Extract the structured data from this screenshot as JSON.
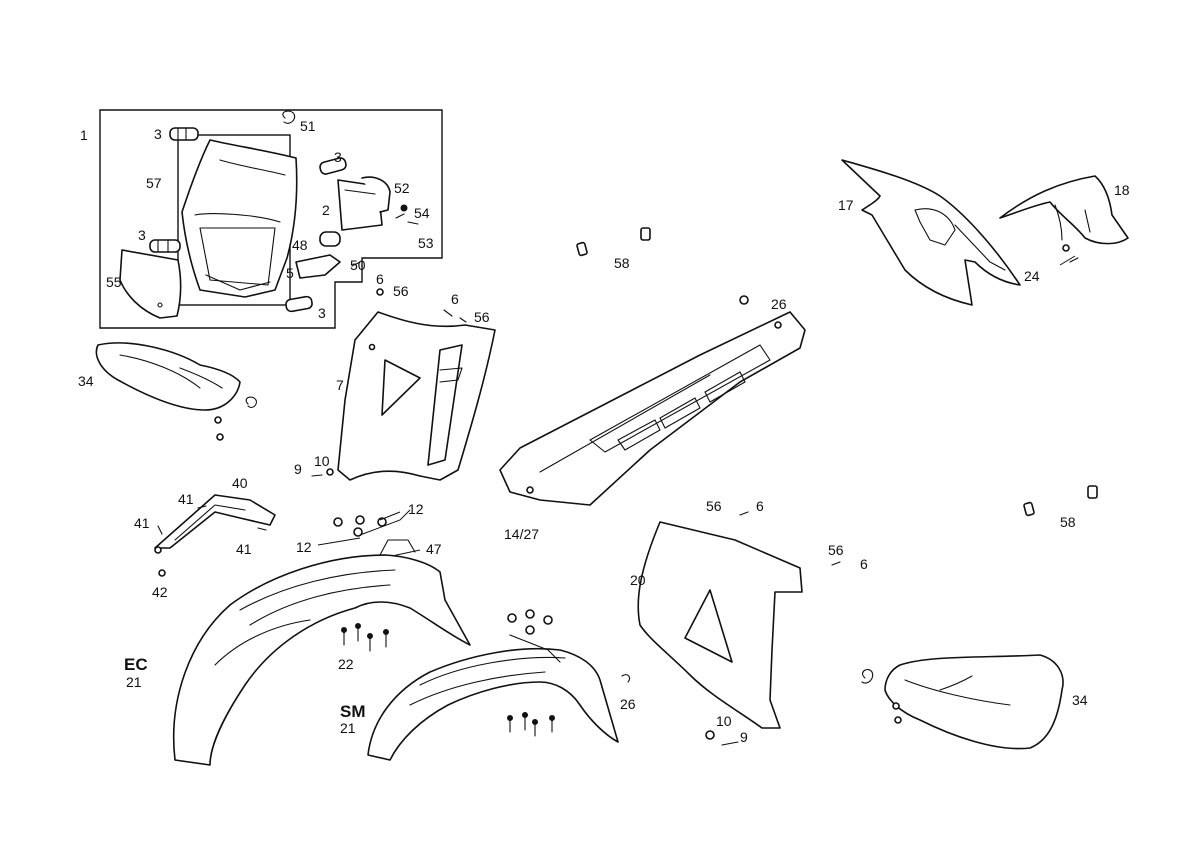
{
  "labels": {
    "l1": "1",
    "l3a": "3",
    "l51": "51",
    "l57": "57",
    "l3b": "3",
    "l52": "52",
    "l2": "2",
    "l54": "54",
    "l53": "53",
    "l3c": "3",
    "l48": "48",
    "l5": "5",
    "l50": "50",
    "l6a": "6",
    "l56a": "56",
    "l55": "55",
    "l3d": "3",
    "l6b": "6",
    "l56b": "56",
    "l7": "7",
    "l34a": "34",
    "l9a": "9",
    "l10a": "10",
    "l40": "40",
    "l41a": "41",
    "l41b": "41",
    "l41c": "41",
    "l42": "42",
    "l12a": "12",
    "l12b": "12",
    "l47": "47",
    "l22": "22",
    "l21a": "21",
    "l21b": "21",
    "l26a": "26",
    "l26b": "26",
    "l14_27": "14/27",
    "l56c": "56",
    "l6c": "6",
    "l20": "20",
    "l56d": "56",
    "l6d": "6",
    "l10b": "10",
    "l9b": "9",
    "l34b": "34",
    "l17": "17",
    "l18": "18",
    "l24": "24",
    "l58a": "58",
    "l58b": "58"
  },
  "variants": {
    "ec": "EC",
    "sm": "SM"
  }
}
